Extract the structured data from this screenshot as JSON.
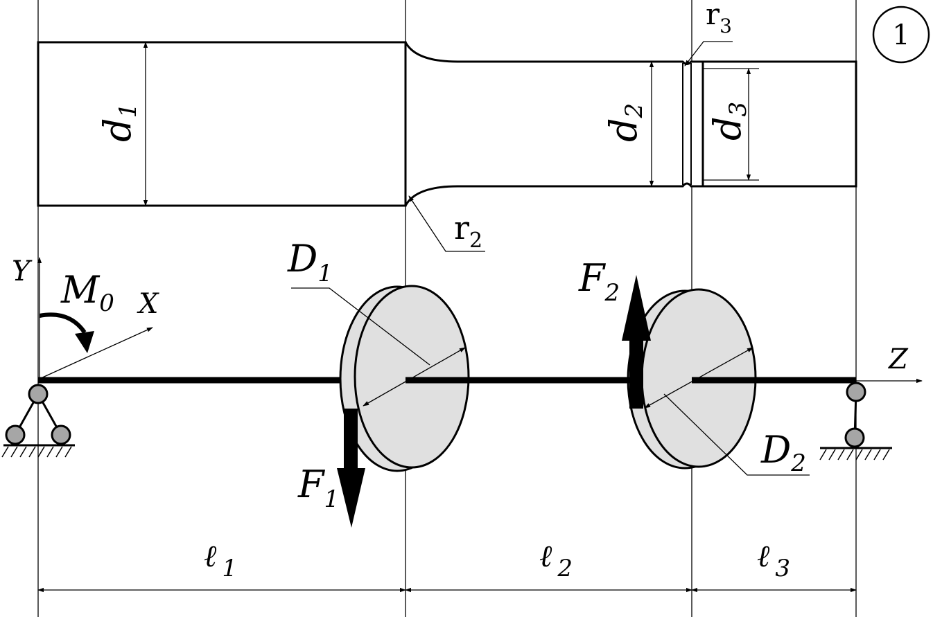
{
  "sheet_number": "1",
  "shaft_labels": {
    "d1": {
      "sym": "d",
      "sub": "1"
    },
    "d2": {
      "sym": "d",
      "sub": "2"
    },
    "d3": {
      "sym": "d",
      "sub": "3"
    },
    "r2": {
      "sym": "r",
      "sub": "2"
    },
    "r3": {
      "sym": "r",
      "sub": "3"
    }
  },
  "axes": {
    "x": "X",
    "y": "Y",
    "z": "Z"
  },
  "loads": {
    "m0": {
      "sym": "M",
      "sub": "0"
    },
    "f1": {
      "sym": "F",
      "sub": "1"
    },
    "f2": {
      "sym": "F",
      "sub": "2"
    },
    "D1": {
      "sym": "D",
      "sub": "1"
    },
    "D2": {
      "sym": "D",
      "sub": "2"
    }
  },
  "lengths": {
    "l1": {
      "sym": "ℓ",
      "sub": "1"
    },
    "l2": {
      "sym": "ℓ",
      "sub": "2"
    },
    "l3": {
      "sym": "ℓ",
      "sub": "3"
    }
  },
  "colors": {
    "line": "#000000",
    "disk_fill": "#e0e0e0",
    "hinge_fill": "#a6a6a6",
    "background": "#ffffff"
  }
}
